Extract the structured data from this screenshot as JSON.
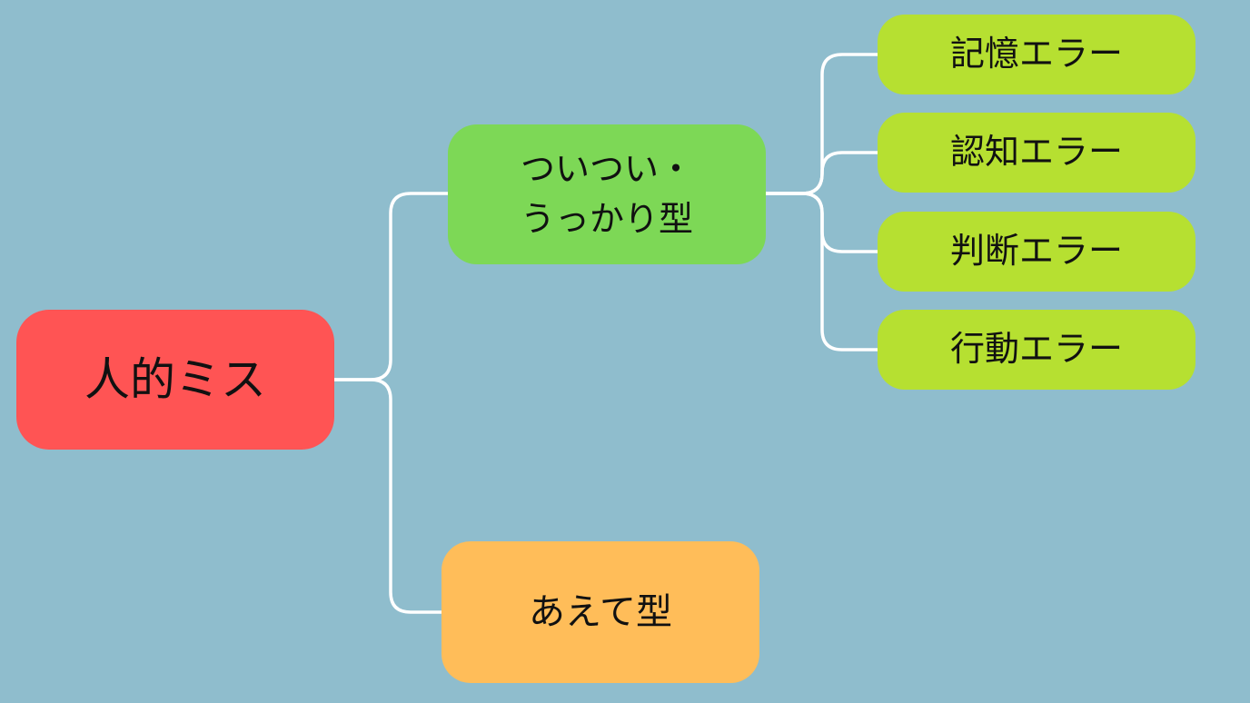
{
  "colors": {
    "background": "#8fbdcd",
    "root": "#ff5454",
    "slip": "#7dd856",
    "intentional": "#ffbd59",
    "leaf": "#b6e031",
    "connector": "#ffffff"
  },
  "root": {
    "label": "人的ミス"
  },
  "branches": {
    "slip": {
      "line1": "ついつい・",
      "line2": "うっかり型"
    },
    "intentional": {
      "label": "あえて型"
    }
  },
  "errors": {
    "memory": "記憶エラー",
    "cognitive": "認知エラー",
    "judgment": "判断エラー",
    "action": "行動エラー"
  }
}
